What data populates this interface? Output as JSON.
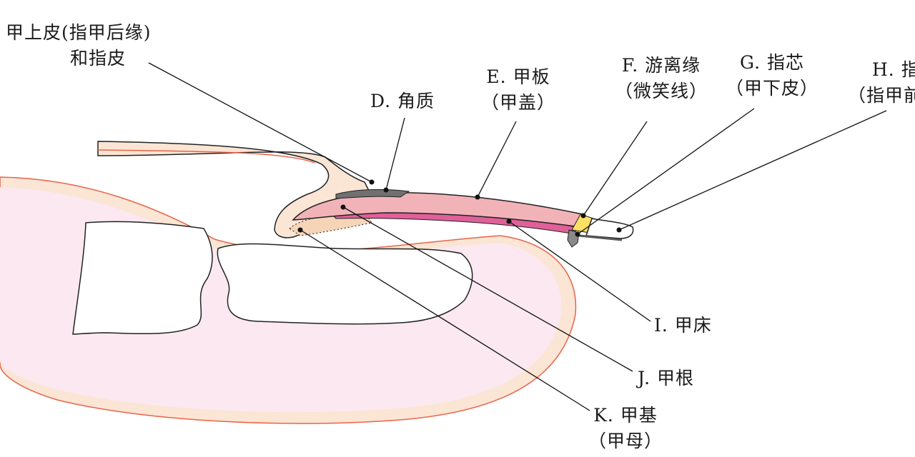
{
  "labels": {
    "a_line1": "甲上皮(指甲后缘)",
    "a_line2": "和指皮",
    "d": "D. 角质",
    "e_line1": "E. 甲板",
    "e_line2": "（甲盖）",
    "f_line1": "F. 游离缘",
    "f_line2": "（微笑线）",
    "g_line1": "G. 指芯",
    "g_line2": "（甲下皮）",
    "h_line1": "H. 指",
    "h_line2": "（指甲前",
    "i": "I. 甲床",
    "j": "J. 甲根",
    "k_line1": "K. 甲基",
    "k_line2": "（甲母）"
  },
  "colors": {
    "skin_outer": "#fbe5d4",
    "skin_line": "#e8644a",
    "flesh": "#fce8f0",
    "nail_plate": "#f2b3b8",
    "nail_bed": "#e0609a",
    "cuticle": "#707070",
    "free_edge": "#ffe066",
    "leader": "#111111"
  }
}
